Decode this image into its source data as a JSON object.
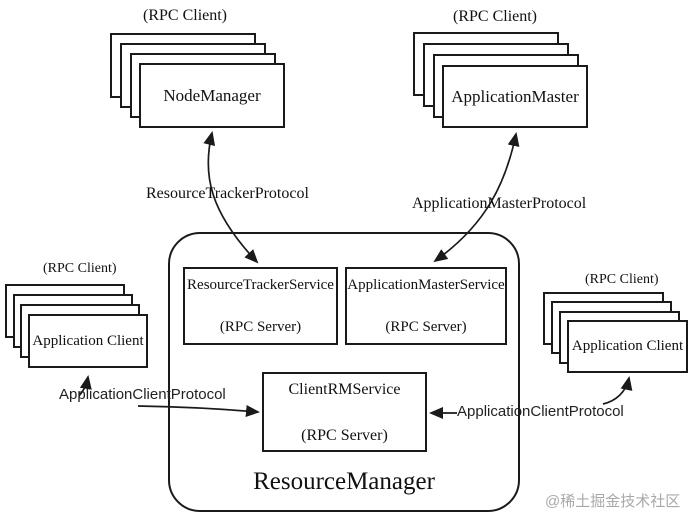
{
  "diagram": {
    "watermark": "@稀土掘金技术社区",
    "colors": {
      "line": "#1a1a1a",
      "watermark": "#a9a9a9",
      "background": "#ffffff"
    },
    "stacks": {
      "node_manager": {
        "rpc_label": "(RPC Client)",
        "title": "NodeManager"
      },
      "application_master": {
        "rpc_label": "(RPC Client)",
        "title": "ApplicationMaster"
      },
      "app_client_left": {
        "rpc_label": "(RPC Client)",
        "title": "Application Client"
      },
      "app_client_right": {
        "rpc_label": "(RPC Client)",
        "title": "Application Client"
      }
    },
    "container": {
      "title": "ResourceManager",
      "services": {
        "resource_tracker": {
          "name": "ResourceTrackerService",
          "role": "(RPC Server)"
        },
        "application_master": {
          "name": "ApplicationMasterService",
          "role": "(RPC Server)"
        },
        "client_rm": {
          "name": "ClientRMService",
          "role": "(RPC Server)"
        }
      }
    },
    "protocols": {
      "resource_tracker": "ResourceTrackerProtocol",
      "application_master": "ApplicationMasterProtocol",
      "app_client_left": "ApplicationClientProtocol",
      "app_client_right": "ApplicationClientProtocol"
    }
  }
}
